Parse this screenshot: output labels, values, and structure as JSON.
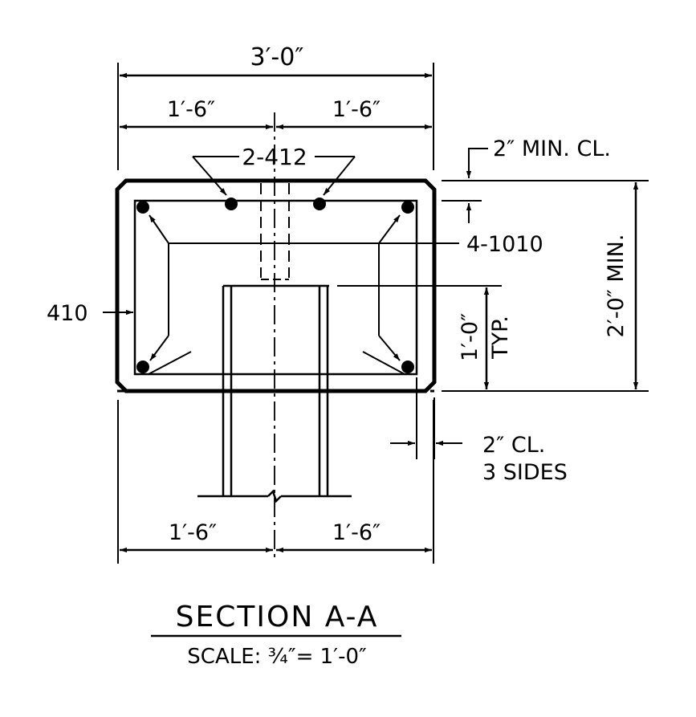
{
  "dimensions": {
    "overall_width": "3′-0″",
    "top_left_half": "1′-6″",
    "top_right_half": "1′-6″",
    "bottom_left_half": "1′-6″",
    "bottom_right_half": "1′-6″",
    "min_cover": "2″ MIN. CL.",
    "depth": "2′-0″ MIN.",
    "embed": "1′-0″",
    "embed_note": "TYP.",
    "side_cover_line1": "2″ CL.",
    "side_cover_line2": "3 SIDES"
  },
  "rebar": {
    "top_bars": "2-412",
    "corner_bars": "4-1010",
    "stirrup": "410"
  },
  "title": {
    "main": "SECTION A-A",
    "scale": "SCALE: ¾″= 1′-0″"
  }
}
